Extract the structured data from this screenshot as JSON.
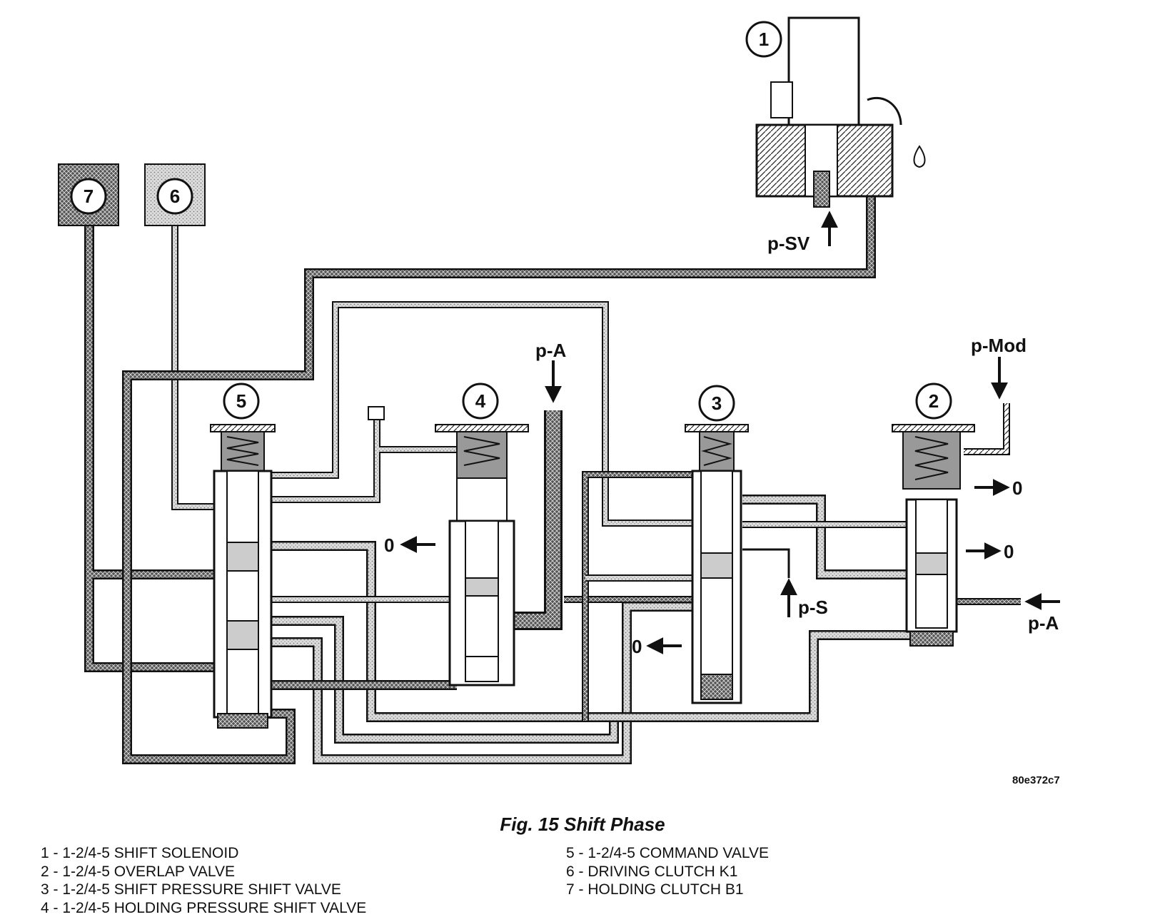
{
  "figure_code": "80e372c7",
  "caption": "Fig. 15 Shift Phase",
  "callouts": [
    "1",
    "2",
    "3",
    "4",
    "5",
    "6",
    "7"
  ],
  "pressure_labels": {
    "p_sv": "p-SV",
    "p_a_top": "p-A",
    "p_mod": "p-Mod",
    "p_s": "p-S",
    "p_a_right": "p-A",
    "zero": "0"
  },
  "legend_left": [
    "1 - 1-2/4-5 SHIFT SOLENOID",
    "2 - 1-2/4-5 OVERLAP VALVE",
    "3 - 1-2/4-5 SHIFT PRESSURE SHIFT VALVE",
    "4 - 1-2/4-5 HOLDING PRESSURE SHIFT VALVE"
  ],
  "legend_right": [
    "5 - 1-2/4-5 COMMAND VALVE",
    "6 - DRIVING CLUTCH K1",
    "7 - HOLDING CLUTCH B1"
  ],
  "colors": {
    "ink": "#111111",
    "paper": "#ffffff",
    "fill_dark": "#6a6a6a",
    "fill_light": "#c9c9c9"
  }
}
